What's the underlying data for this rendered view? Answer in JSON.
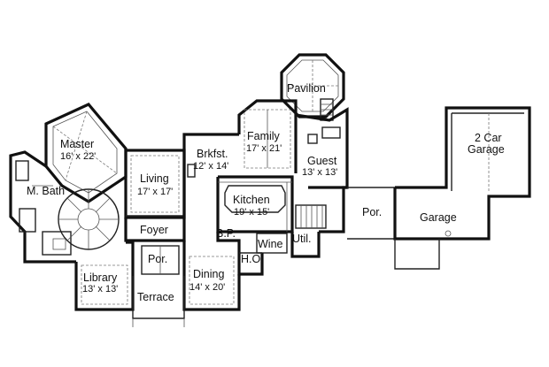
{
  "plan": {
    "rooms": [
      {
        "id": "pavilion",
        "name": "Pavilion",
        "dims": ""
      },
      {
        "id": "master",
        "name": "Master",
        "dims": "16' x 22'"
      },
      {
        "id": "family",
        "name": "Family",
        "dims": "17' x 21'"
      },
      {
        "id": "brkfst",
        "name": "Brkfst.",
        "dims": "12' x 14'"
      },
      {
        "id": "guest",
        "name": "Guest",
        "dims": "13' x 13'"
      },
      {
        "id": "car_garage",
        "name": "2 Car",
        "name2": "Garage",
        "dims": ""
      },
      {
        "id": "living",
        "name": "Living",
        "dims": "17' x 17'"
      },
      {
        "id": "mbath",
        "name": "M. Bath",
        "dims": ""
      },
      {
        "id": "kitchen",
        "name": "Kitchen",
        "dims": "19' x 15'"
      },
      {
        "id": "por_east",
        "name": "Por.",
        "dims": ""
      },
      {
        "id": "garage",
        "name": "Garage",
        "dims": ""
      },
      {
        "id": "foyer",
        "name": "Foyer",
        "dims": ""
      },
      {
        "id": "bp",
        "name": "B.P.",
        "dims": ""
      },
      {
        "id": "wine",
        "name": "Wine",
        "dims": ""
      },
      {
        "id": "util",
        "name": "Util.",
        "dims": ""
      },
      {
        "id": "por_front",
        "name": "Por.",
        "dims": ""
      },
      {
        "id": "ho",
        "name": "H.O",
        "dims": ""
      },
      {
        "id": "library",
        "name": "Library",
        "dims": "13' x 13'"
      },
      {
        "id": "dining",
        "name": "Dining",
        "dims": "14' x 20'"
      },
      {
        "id": "terrace",
        "name": "Terrace",
        "dims": ""
      }
    ]
  }
}
